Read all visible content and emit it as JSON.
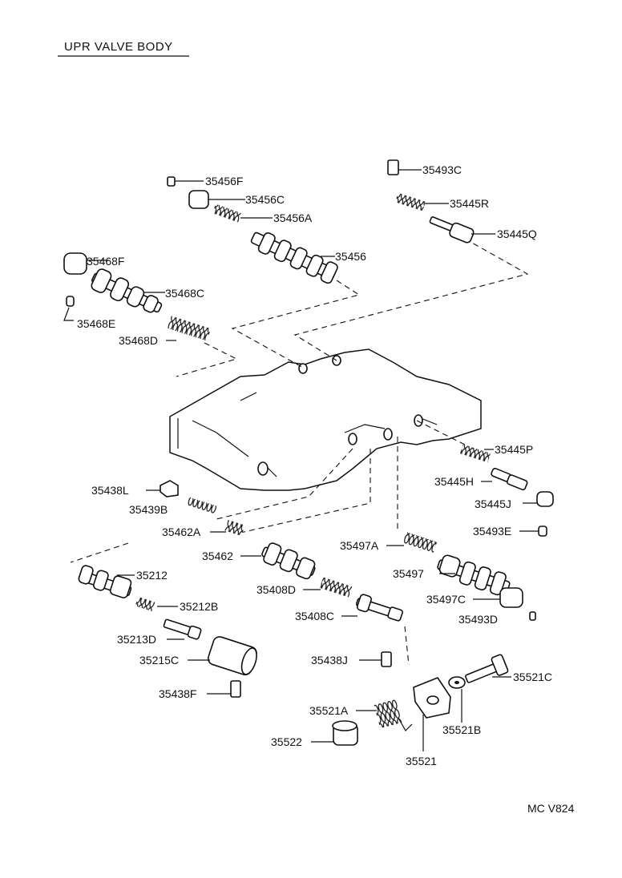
{
  "title": "UPR VALVE BODY",
  "code": "MC V824",
  "parts": [
    {
      "id": "35456F",
      "label": "35456F"
    },
    {
      "id": "35456C",
      "label": "35456C"
    },
    {
      "id": "35456A",
      "label": "35456A"
    },
    {
      "id": "35456",
      "label": "35456"
    },
    {
      "id": "35493C",
      "label": "35493C"
    },
    {
      "id": "35445R",
      "label": "35445R"
    },
    {
      "id": "35445Q",
      "label": "35445Q"
    },
    {
      "id": "35468F",
      "label": "35468F"
    },
    {
      "id": "35468C",
      "label": "35468C"
    },
    {
      "id": "35468E",
      "label": "35468E"
    },
    {
      "id": "35468D",
      "label": "35468D"
    },
    {
      "id": "35445P",
      "label": "35445P"
    },
    {
      "id": "35445H",
      "label": "35445H"
    },
    {
      "id": "35445J",
      "label": "35445J"
    },
    {
      "id": "35438L",
      "label": "35438L"
    },
    {
      "id": "35439B",
      "label": "35439B"
    },
    {
      "id": "35462A",
      "label": "35462A"
    },
    {
      "id": "35493E",
      "label": "35493E"
    },
    {
      "id": "35497A",
      "label": "35497A"
    },
    {
      "id": "35462",
      "label": "35462"
    },
    {
      "id": "35212",
      "label": "35212"
    },
    {
      "id": "35497",
      "label": "35497"
    },
    {
      "id": "35408D",
      "label": "35408D"
    },
    {
      "id": "35497C",
      "label": "35497C"
    },
    {
      "id": "35212B",
      "label": "35212B"
    },
    {
      "id": "35408C",
      "label": "35408C"
    },
    {
      "id": "35493D",
      "label": "35493D"
    },
    {
      "id": "35213D",
      "label": "35213D"
    },
    {
      "id": "35215C",
      "label": "35215C"
    },
    {
      "id": "35438J",
      "label": "35438J"
    },
    {
      "id": "35521C",
      "label": "35521C"
    },
    {
      "id": "35438F",
      "label": "35438F"
    },
    {
      "id": "35521A",
      "label": "35521A"
    },
    {
      "id": "35521B",
      "label": "35521B"
    },
    {
      "id": "35522",
      "label": "35522"
    },
    {
      "id": "35521",
      "label": "35521"
    }
  ]
}
